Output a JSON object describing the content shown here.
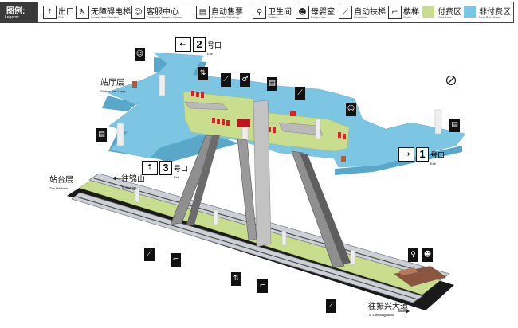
{
  "legend": {
    "title_zh": "图例:",
    "title_en": "Legend:",
    "items": [
      {
        "zh": "出口",
        "en": "Exit",
        "icon": "exit-icon",
        "glyph": "⇡"
      },
      {
        "zh": "无障碍电梯",
        "en": "Accessible Elevator",
        "icon": "accessible-elevator-icon",
        "glyph": "♿"
      },
      {
        "zh": "客服中心",
        "en": "Customer Service Center",
        "icon": "customer-service-icon",
        "glyph": "☺"
      },
      {
        "zh": "自动售票",
        "en": "Automatic Ticketing",
        "icon": "ticket-machine-icon",
        "glyph": "▤"
      },
      {
        "zh": "卫生间",
        "en": "Toilets",
        "icon": "toilets-icon",
        "glyph": "♀"
      },
      {
        "zh": "母婴室",
        "en": "Baby Care",
        "icon": "baby-care-icon",
        "glyph": "☻"
      },
      {
        "zh": "自动扶梯",
        "en": "Escalator",
        "icon": "escalator-icon",
        "glyph": "⟋"
      },
      {
        "zh": "楼梯",
        "en": "Stairs",
        "icon": "stairs-icon",
        "glyph": "⌐"
      },
      {
        "zh": "付费区",
        "en": "Paid Area",
        "swatch": "#c9dd8f"
      },
      {
        "zh": "非付费区",
        "en": "Non-Paid Area",
        "swatch": "#7cc6e4"
      }
    ]
  },
  "map": {
    "hall_zh": "站厅层",
    "hall_en": "Station Hall Layer",
    "platform_zh": "站台层",
    "platform_en": "The Platform",
    "dir1_zh": "往锦山",
    "dir1_en": "To Jinshan",
    "dir2_zh": "往振兴大道",
    "dir2_en": "To Zhenxingdadao",
    "exits": [
      {
        "num": "2",
        "zh": "号口",
        "en": "Exit"
      },
      {
        "num": "3",
        "zh": "号口",
        "en": "Exit"
      },
      {
        "num": "1",
        "zh": "号口",
        "en": "Exit"
      }
    ]
  },
  "colors": {
    "paid": "#c9dd8f",
    "nonpaid": "#7cc6e4",
    "dark": "#111111"
  }
}
